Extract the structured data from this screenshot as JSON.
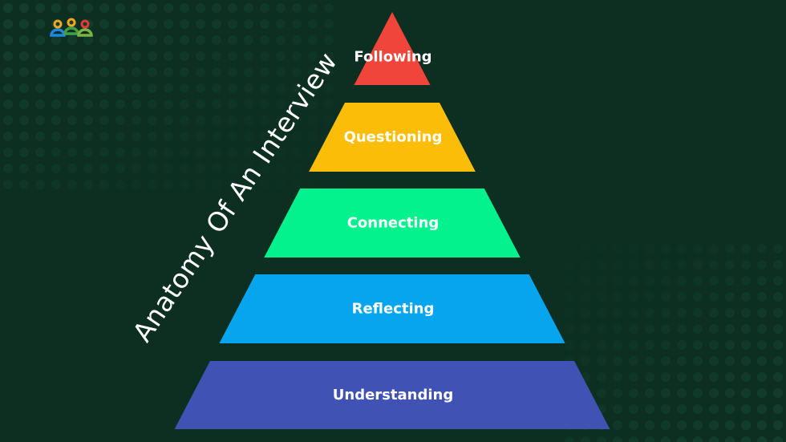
{
  "title": "Anatomy Of An Interview",
  "logo": {
    "icon": "people-group-logo"
  },
  "background_color": "#0c2f22",
  "pyramid": [
    {
      "label": "Following",
      "color": "#f0453a"
    },
    {
      "label": "Questioning",
      "color": "#fbbd08"
    },
    {
      "label": "Connecting",
      "color": "#03f28d"
    },
    {
      "label": "Reflecting",
      "color": "#06a5ee"
    },
    {
      "label": "Understanding",
      "color": "#4152b5"
    }
  ]
}
